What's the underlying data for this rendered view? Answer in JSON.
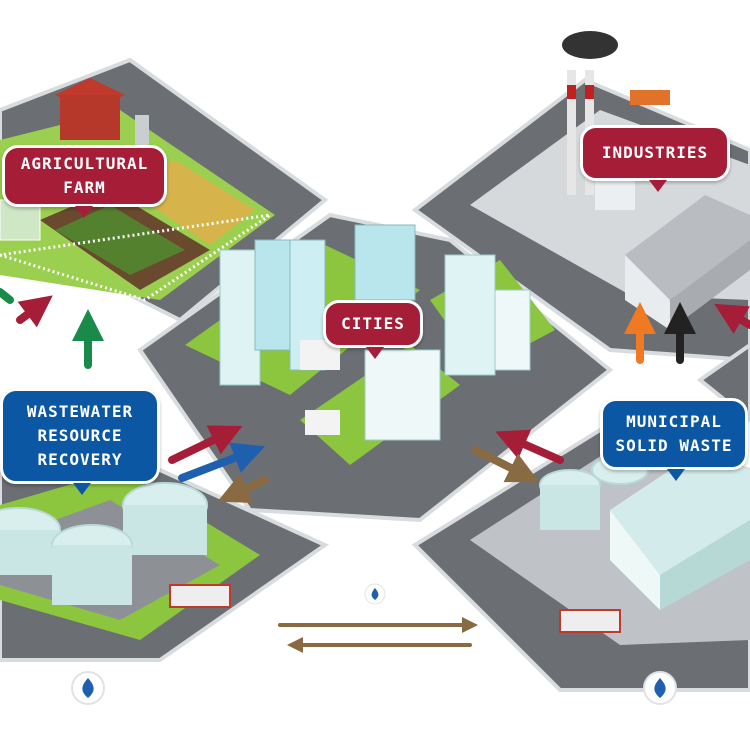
{
  "labels": {
    "agricultural_farm": [
      "AGRICULTURAL",
      "FARM"
    ],
    "industries": [
      "INDUSTRIES"
    ],
    "cities": [
      "CITIES"
    ],
    "wastewater": [
      "WASTEWATER",
      "RESOURCE",
      "RECOVERY"
    ],
    "municipal": [
      "MUNICIPAL",
      "SOLID WASTE"
    ]
  },
  "colors": {
    "road": "#6b6e72",
    "road_edge": "#d9dcdf",
    "grass": "#8cc63f",
    "grass_dark": "#5e9a2f",
    "callout_red": "#a51d36",
    "callout_blue": "#0c57a3",
    "arrow_red": "#a51d36",
    "arrow_green": "#1a8a4a",
    "arrow_blue": "#1f5fb0",
    "arrow_brown": "#8a6a43",
    "arrow_orange": "#f07a24",
    "arrow_black": "#222222"
  },
  "icons": [
    "water-drop-icon"
  ]
}
